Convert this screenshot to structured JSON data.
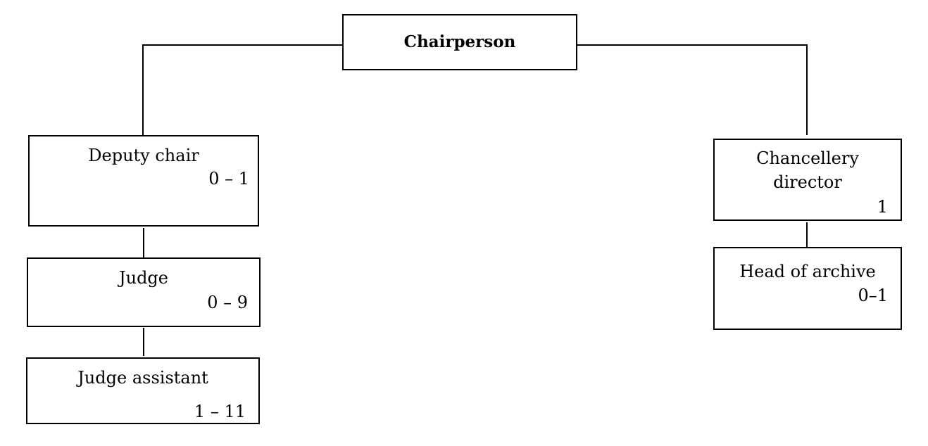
{
  "org_chart": {
    "chairperson": {
      "title": "Chairperson"
    },
    "deputy_chair": {
      "title": "Deputy chair",
      "count": "0 – 1"
    },
    "judge": {
      "title": "Judge",
      "count": "0 – 9"
    },
    "judge_assistant": {
      "title": "Judge assistant",
      "count": "1 – 11"
    },
    "chancellery_director": {
      "title_line1": "Chancellery",
      "title_line2": "director",
      "count": "1"
    },
    "head_of_archive": {
      "title": "Head of archive",
      "count": "0–1"
    }
  },
  "colors": {
    "line": "#000000",
    "box_border": "#000000",
    "background": "#ffffff"
  }
}
